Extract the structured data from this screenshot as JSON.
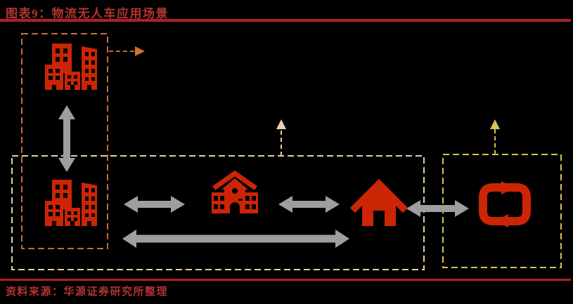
{
  "figure": {
    "title": "图表9：物流无人车应用场景",
    "source": "资料来源：华源证券研究所整理"
  },
  "colors": {
    "background": "#000000",
    "title_text": "#b23431",
    "rule_line": "#ad2124",
    "icon_red": "#cc2505",
    "window_black": "#000000",
    "arrow_gray": "#9e9e9e",
    "box_orange": "#bf6d3d",
    "box_tan": "#e7cfa9",
    "box_yellow": "#d8c155",
    "dashed_arrow_orange": "#d2722e"
  },
  "diagram": {
    "boxes": [
      {
        "name": "buildings-column-box",
        "style": "orange-dashed"
      },
      {
        "name": "bottom-region-box",
        "style": "tan-dashed"
      },
      {
        "name": "recycle-box",
        "style": "yellow-dashed"
      }
    ],
    "icons": [
      {
        "name": "city-buildings-icon-top"
      },
      {
        "name": "city-buildings-icon-bottom"
      },
      {
        "name": "school-icon"
      },
      {
        "name": "home-icon"
      },
      {
        "name": "recycle-loop-icon"
      }
    ],
    "connectors": [
      {
        "name": "buildings-vertical-double-arrow"
      },
      {
        "name": "buildings-school-double-arrow"
      },
      {
        "name": "school-home-double-arrow"
      },
      {
        "name": "home-recycle-double-arrow"
      },
      {
        "name": "buildings-home-long-double-arrow"
      },
      {
        "name": "dashed-arrow-right-from-buildings"
      },
      {
        "name": "dashed-arrow-up-center"
      },
      {
        "name": "dashed-arrow-up-right"
      }
    ]
  }
}
